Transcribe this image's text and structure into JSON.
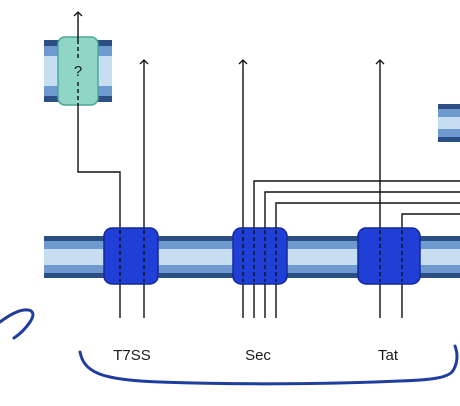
{
  "diagram": {
    "systems": [
      {
        "id": "t7ss",
        "label": "T7SS"
      },
      {
        "id": "sec",
        "label": "Sec"
      },
      {
        "id": "tat",
        "label": "Tat"
      }
    ],
    "outer_channel_label": "?",
    "colors": {
      "membrane_dark": "#2b4f84",
      "membrane_mid": "#6f9ad0",
      "membrane_light": "#c7ddf2",
      "channel_fill": "#1f3fd6",
      "channel_stroke": "#16299a",
      "outer_channel_fill": "#8fd6c6",
      "outer_channel_stroke": "#4aa796",
      "line": "#111111",
      "annotation": "#1f3d9e"
    }
  }
}
